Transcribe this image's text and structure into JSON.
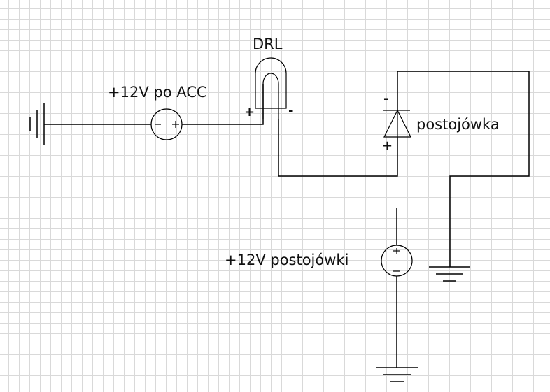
{
  "labels": {
    "drl": "DRL",
    "acc_source": "+12V po ACC",
    "diode": "postojówka",
    "park_source": "+12V postojówki"
  },
  "signs": {
    "drl_plus": "+",
    "drl_minus": "-",
    "diode_minus": "-",
    "diode_plus": "+"
  },
  "components": [
    {
      "type": "ground",
      "name": "ground-left"
    },
    {
      "type": "voltage-source",
      "name": "acc-source",
      "label": "+12V po ACC"
    },
    {
      "type": "lamp",
      "name": "drl-lamp",
      "label": "DRL"
    },
    {
      "type": "diode",
      "name": "parking-diode",
      "label": "postojówka"
    },
    {
      "type": "voltage-source",
      "name": "parking-source",
      "label": "+12V postojówki"
    },
    {
      "type": "ground",
      "name": "ground-right"
    },
    {
      "type": "ground",
      "name": "ground-bottom"
    }
  ]
}
